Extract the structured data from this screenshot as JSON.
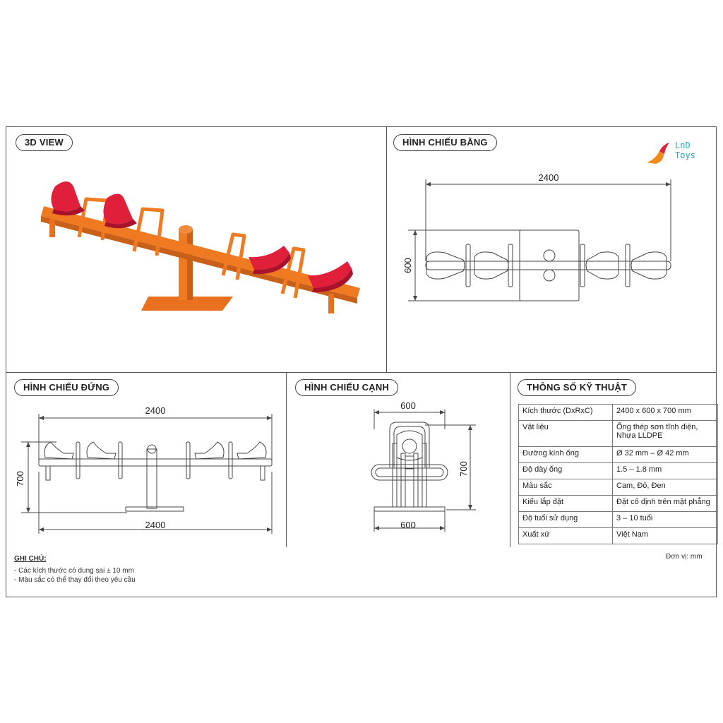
{
  "panels": {
    "view3d": "3D VIEW",
    "top": "HÌNH CHIẾU BẰNG",
    "front": "HÌNH CHIẾU ĐỨNG",
    "side": "HÌNH CHIẾU CẠNH",
    "specs": "THÔNG SỐ KỸ THUẬT"
  },
  "brand": {
    "line1": "LnD",
    "line2": "Toys"
  },
  "dims": {
    "top_width": "2400",
    "top_depth": "600",
    "front_width_top": "2400",
    "front_height": "700",
    "front_width_bottom": "2400",
    "side_width_top": "600",
    "side_height": "700",
    "side_width_bottom": "600"
  },
  "specs": [
    {
      "label": "Kích thước (DxRxC)",
      "value": "2400 x 600 x 700 mm"
    },
    {
      "label": "Vật liệu",
      "value": "Ống thép sơn tĩnh điện,\nNhựa LLDPE"
    },
    {
      "label": "Đường kính ống",
      "value": "Ø 32 mm – Ø 42 mm"
    },
    {
      "label": "Độ dày ống",
      "value": "1.5 – 1.8 mm"
    },
    {
      "label": "Màu sắc",
      "value": "Cam, Đỏ, Đen"
    },
    {
      "label": "Kiểu lắp đặt",
      "value": "Đặt cố định trên mặt phẳng"
    },
    {
      "label": "Độ tuổi sử dụng",
      "value": "3 – 10 tuổi"
    },
    {
      "label": "Xuất xứ",
      "value": "Việt Nam"
    }
  ],
  "notes": {
    "title": "GHI CHÚ:",
    "items": [
      "- Các kích thước có dung sai ± 10 mm",
      "- Màu sắc có thể thay đổi theo yêu cầu"
    ]
  },
  "unit": "Đơn vị: mm",
  "colors": {
    "frame": "#f07a22",
    "frame_dark": "#c9601a",
    "seat": "#e0203a",
    "seat_dark": "#a8122a",
    "line": "#444444"
  }
}
